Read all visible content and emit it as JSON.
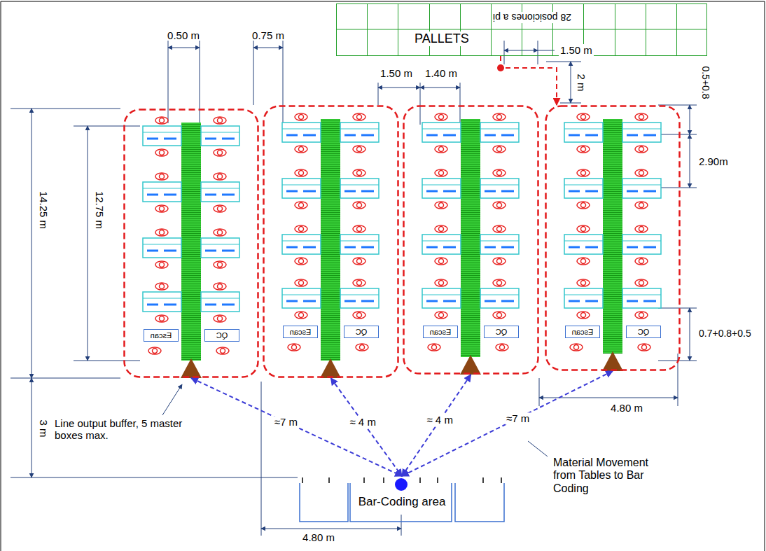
{
  "diagram": {
    "nodes": [
      {
        "text": [
          "PALLETS",
          "28 posiciones a pi"
        ]
      },
      {
        "text": []
      },
      {
        "text": [
          "Escan"
        ],
        "in": 1
      },
      {
        "text": [
          "QC"
        ],
        "in": 1
      },
      {
        "text": []
      },
      {
        "text": [
          "Escan"
        ],
        "in": 4
      },
      {
        "text": [
          "QC"
        ],
        "in": 4
      },
      {
        "text": []
      },
      {
        "text": [
          "Escan"
        ],
        "in": 7
      },
      {
        "text": [
          "QC"
        ],
        "in": 7
      },
      {
        "text": []
      },
      {
        "text": [
          "Escan"
        ],
        "in": 10
      },
      {
        "text": [
          "QC"
        ],
        "in": 10
      },
      {
        "text": [
          "Bar-Coding area"
        ]
      }
    ],
    "edges": [
      {
        "from": 0,
        "to": 10,
        "arrow": "to"
      },
      {
        "from": 1,
        "to": 13,
        "label": "≈7 m",
        "arrow": "both"
      },
      {
        "from": 4,
        "to": 13,
        "label": "≈ 4 m",
        "arrow": "both"
      },
      {
        "from": 7,
        "to": 13,
        "label": "≈ 4 m",
        "arrow": "both"
      },
      {
        "from": 10,
        "to": 13,
        "label": "≈7 m",
        "arrow": "both"
      }
    ],
    "labels": [
      "0.50 m",
      "0.75 m",
      "1.50 m",
      "1.40 m",
      "1.50 m",
      "2 m",
      "0.5+0.8",
      "2.90m",
      "14.25 m",
      "12.75 m",
      "0.7+0.8+0.5",
      "4.80 m",
      "3 m",
      "4.80 m",
      "Line output buffer, 5 master boxes max.",
      "Material Movement from Tables to Bar Coding"
    ]
  }
}
